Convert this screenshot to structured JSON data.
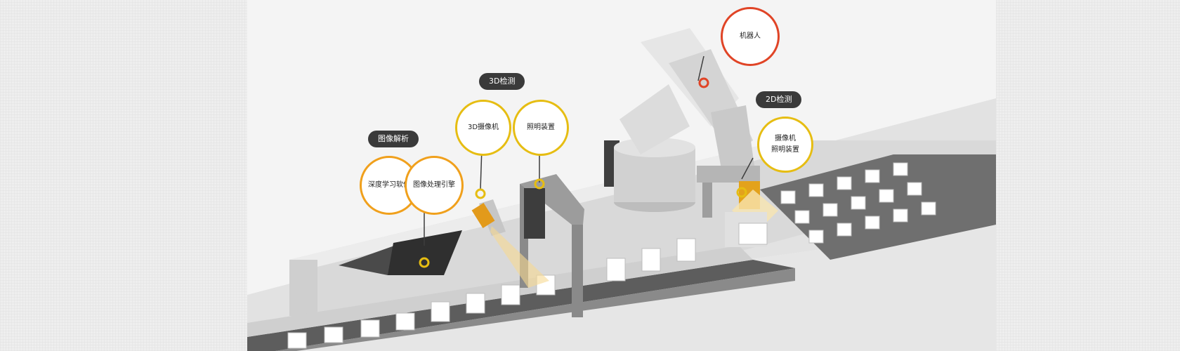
{
  "labels": {
    "image_analysis": "图像解析",
    "deep_learning": "深度学习软件",
    "image_engine": "图像处理引擎",
    "detection_3d": "3D检测",
    "camera_3d": "3D摄像机",
    "lighting_3d": "照明装置",
    "robot": "机器人",
    "detection_2d": "2D检测",
    "camera_lighting_2d": "摄像机\n照明装置"
  },
  "colors": {
    "yellow": "#e6bd12",
    "orange": "#f0a01c",
    "red": "#e04426",
    "pill": "#3a3a3a"
  }
}
